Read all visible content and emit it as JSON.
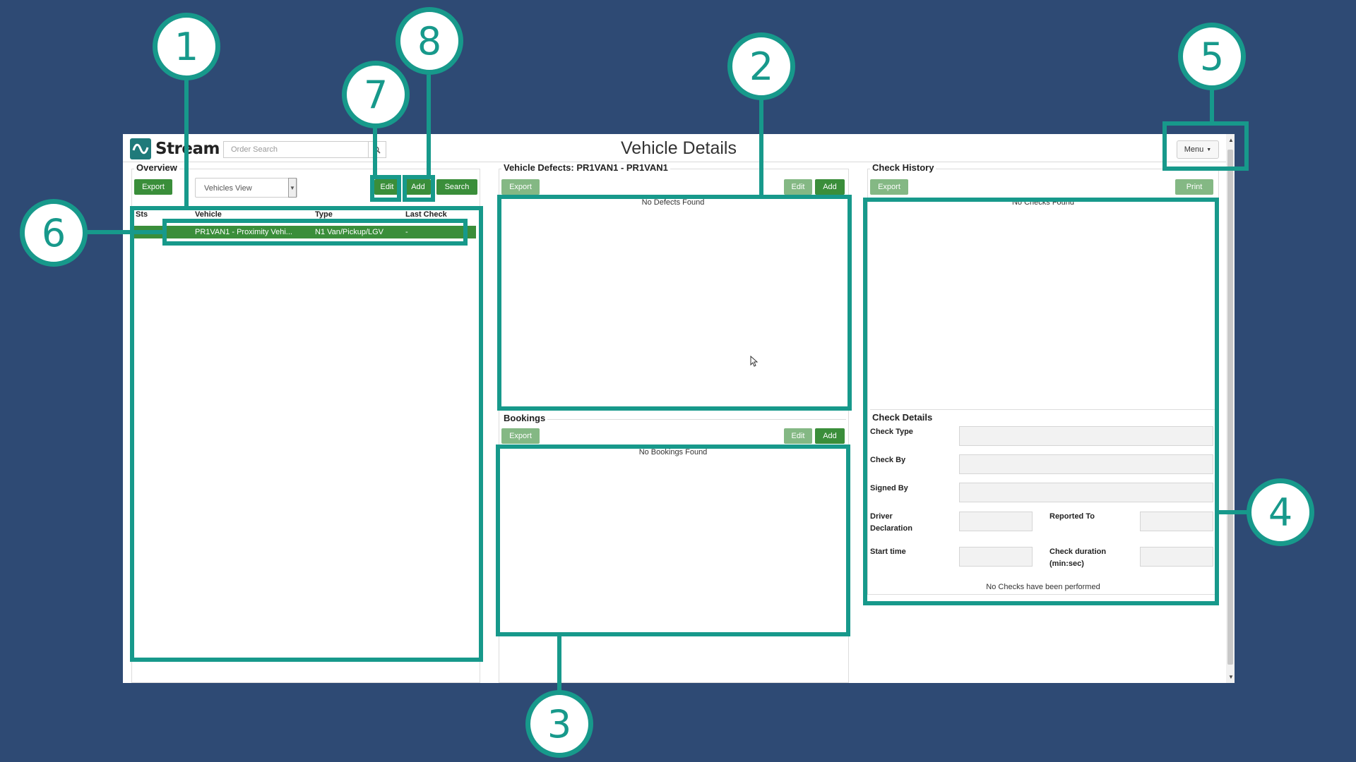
{
  "header": {
    "logo_text": "Stream",
    "search_placeholder": "Order Search",
    "title": "Vehicle Details",
    "menu_label": "Menu"
  },
  "overview": {
    "title": "Overview",
    "export_label": "Export",
    "view_select": "Vehicles View",
    "edit_label": "Edit",
    "add_label": "Add",
    "search_label": "Search",
    "columns": [
      "Sts",
      "Vehicle",
      "Type",
      "Last Check"
    ],
    "rows": [
      {
        "sts": "",
        "vehicle": "PR1VAN1 - Proximity Vehi...",
        "type": "N1 Van/Pickup/LGV",
        "last_check": "-"
      }
    ]
  },
  "defects": {
    "title": "Vehicle Defects: PR1VAN1 - PR1VAN1",
    "export_label": "Export",
    "edit_label": "Edit",
    "add_label": "Add",
    "empty": "No Defects Found"
  },
  "bookings": {
    "title": "Bookings",
    "export_label": "Export",
    "edit_label": "Edit",
    "add_label": "Add",
    "empty": "No Bookings Found"
  },
  "check_history": {
    "title": "Check History",
    "export_label": "Export",
    "print_label": "Print",
    "empty": "No Checks Found"
  },
  "check_details": {
    "title": "Check Details",
    "check_type": "Check Type",
    "check_by": "Check By",
    "signed_by": "Signed By",
    "driver_declaration_1": "Driver",
    "driver_declaration_2": "Declaration",
    "reported_to": "Reported To",
    "start_time": "Start time",
    "check_duration_1": "Check duration",
    "check_duration_2": "(min:sec)",
    "empty": "No Checks have been performed"
  },
  "callouts": [
    "1",
    "2",
    "3",
    "4",
    "5",
    "6",
    "7",
    "8"
  ],
  "colors": {
    "background": "#2e4a74",
    "annotation": "#17998b",
    "button_green": "#3a8e3a",
    "row_green": "#3a8e3a"
  }
}
